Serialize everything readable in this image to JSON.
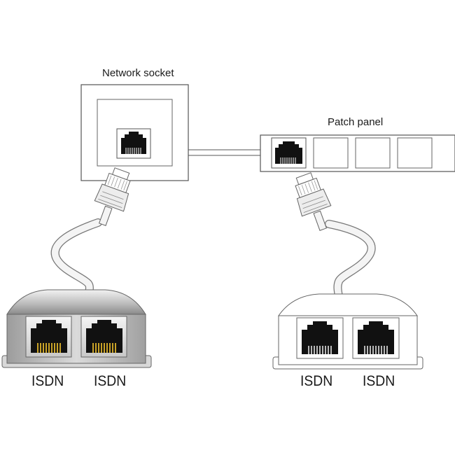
{
  "labels": {
    "network_socket": "Network socket",
    "patch_panel": "Patch panel"
  },
  "splitter_left": {
    "port_1": "ISDN",
    "port_2": "ISDN"
  },
  "splitter_right": {
    "port_1": "ISDN",
    "port_2": "ISDN"
  },
  "colors": {
    "outline": "#555555",
    "cable": "#cccccc",
    "metal_light": "#e6e6e6",
    "metal_dark": "#8f8f8f",
    "port_black": "#111111",
    "gold_pins": "#c9a227"
  }
}
